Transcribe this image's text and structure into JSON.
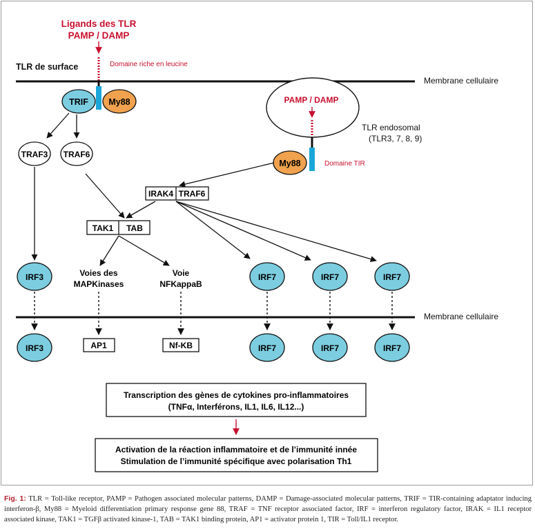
{
  "ligands": {
    "line1": "Ligands des TLR",
    "line2": "PAMP / DAMP"
  },
  "labels": {
    "tlr_surface": "TLR de surface",
    "domaine_leucine": "Domaine riche en leucine",
    "membrane_top": "Membrane cellulaire",
    "membrane_bottom": "Membrane cellulaire",
    "tlr_endosomal_1": "TLR endosomal",
    "tlr_endosomal_2": "(TLR3, 7, 8, 9)",
    "pamp_damp_endo": "PAMP / DAMP",
    "domaine_tir": "Domaine TIR"
  },
  "nodes": {
    "trif": "TRIF",
    "my88_surface": "My88",
    "my88_endo": "My88",
    "traf3": "TRAF3",
    "traf6": "TRAF6",
    "irak4": "IRAK4",
    "traf6_box": "TRAF6",
    "tak1": "TAK1",
    "tab": "TAB",
    "irf3_top": "IRF3",
    "irf7_top_1": "IRF7",
    "irf7_top_2": "IRF7",
    "irf7_top_3": "IRF7",
    "irf3_bottom": "IRF3",
    "irf7_bottom_1": "IRF7",
    "irf7_bottom_2": "IRF7",
    "irf7_bottom_3": "IRF7",
    "voies_line1": "Voies des",
    "voies_line2": "MAPKinases",
    "voie_line1": "Voie",
    "voie_line2": "NFKappaB",
    "ap1": "AP1",
    "nfkb": "Nf-KB"
  },
  "boxes": {
    "transcription_line1": "Transcription des gènes de cytokines pro-inflammatoires",
    "transcription_line2": "(TNFα, Interférons, IL1, IL6, IL12...)",
    "activation_line1": "Activation de la réaction inflammatoire et de l’immunité innée",
    "activation_line2": "Stimulation de l’immunité spécifique avec polarisation Th1"
  },
  "caption": {
    "label": "Fig. 1:",
    "text": "TLR = Toll-like receptor, PAMP = Pathogen associated molecular patterns, DAMP = Damage-associated molecular patterns, TRIF = TIR-containing adaptator inducing interferon-β, My88 = Myeloid differentiation primary response gene 88, TRAF = TNF receptor associated factor, IRF = interferon regulatory factor, IRAK = IL1 receptor associated kinase, TAK1 = TGFβ activated kinase-1, TAB = TAK1 binding protein, AP1 = activator protein 1, TIR = Toll/IL1 receptor."
  },
  "colors": {
    "red": "#c8102e",
    "irf_fill": "#7ccde0",
    "my88_fill": "#f0a24e",
    "tir_blue": "#1aa6d8"
  }
}
